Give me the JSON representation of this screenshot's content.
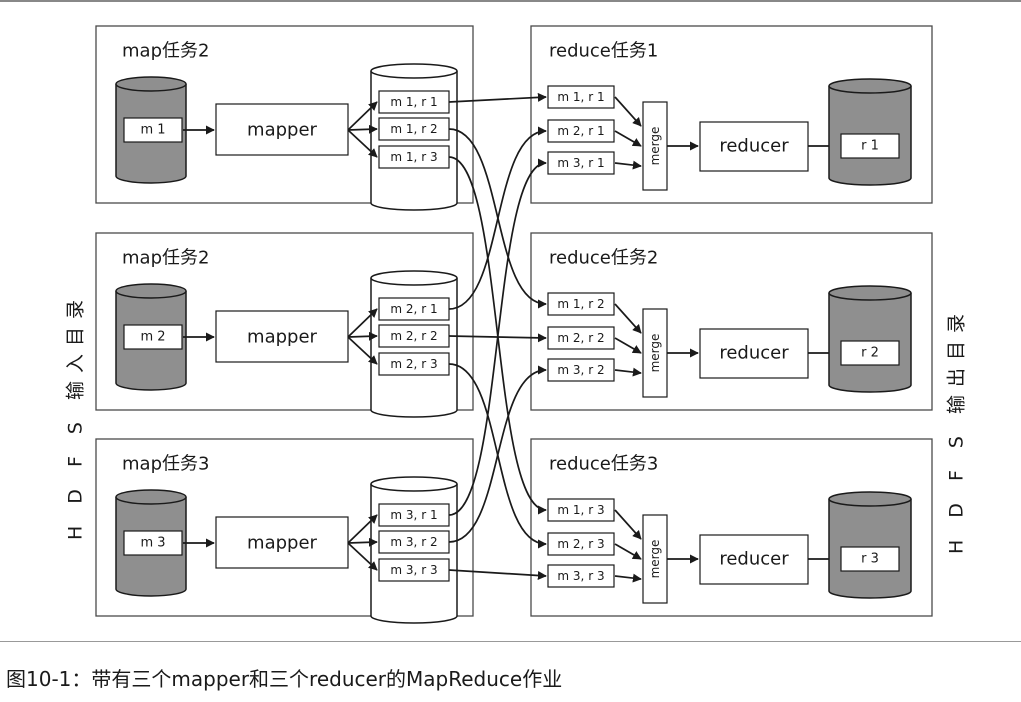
{
  "colors": {
    "line": "#1a1a1a",
    "disk_fill": "#8f8f8f",
    "store_fill": "#ffffff",
    "box_fill": "#ffffff",
    "panel_border": "#4a4a4a"
  },
  "side_labels": {
    "input": "H D F S 输入目录",
    "output": "H D F S 输出目录"
  },
  "caption": "图10-1：带有三个mapper和三个reducer的MapReduce作业",
  "map_tasks": [
    {
      "title": "map任务2",
      "input": "m 1",
      "mapper": "mapper",
      "partitions": [
        "m 1, r 1",
        "m 1, r 2",
        "m 1, r 3"
      ]
    },
    {
      "title": "map任务2",
      "input": "m 2",
      "mapper": "mapper",
      "partitions": [
        "m 2, r 1",
        "m 2, r 2",
        "m 2, r 3"
      ]
    },
    {
      "title": "map任务3",
      "input": "m 3",
      "mapper": "mapper",
      "partitions": [
        "m 3, r 1",
        "m 3, r 2",
        "m 3, r 3"
      ]
    }
  ],
  "reduce_tasks": [
    {
      "title": "reduce任务1",
      "inputs": [
        "m 1, r 1",
        "m 2, r 1",
        "m 3, r 1"
      ],
      "merge": "merge",
      "reducer": "reducer",
      "output": "r 1"
    },
    {
      "title": "reduce任务2",
      "inputs": [
        "m 1, r 2",
        "m 2, r 2",
        "m 3, r 2"
      ],
      "merge": "merge",
      "reducer": "reducer",
      "output": "r 2"
    },
    {
      "title": "reduce任务3",
      "inputs": [
        "m 1, r 3",
        "m 2, r 3",
        "m 3, r 3"
      ],
      "merge": "merge",
      "reducer": "reducer",
      "output": "r 3"
    }
  ]
}
